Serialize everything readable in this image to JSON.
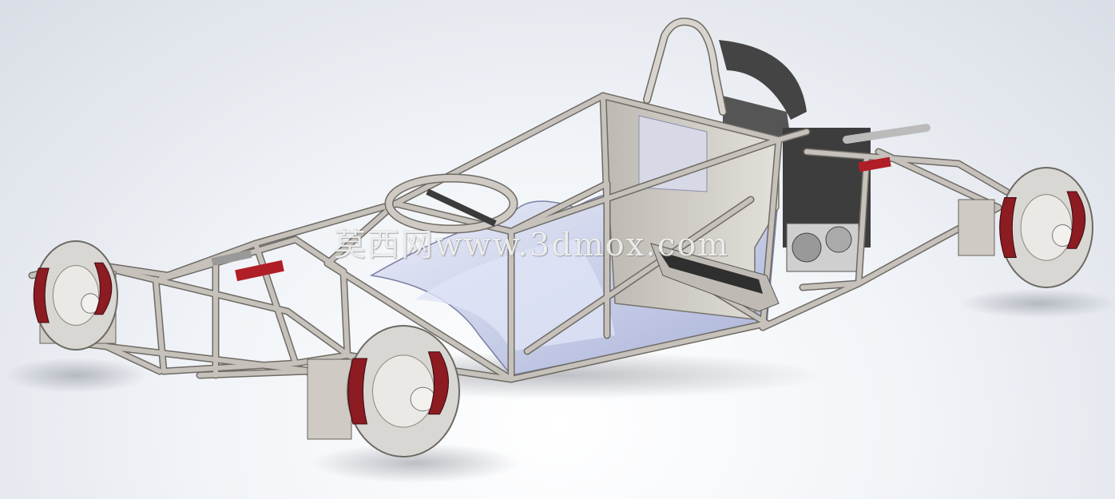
{
  "watermark": {
    "text": "莫西网www.3dmox.com"
  },
  "colors": {
    "tube": "#c6c2bb",
    "tube_edge": "#6e6a64",
    "floor": "#c9cfe6",
    "floor_light": "#e6e9f7",
    "panel": "#cfcbc4",
    "brake": "#8c1b22",
    "rotor": "#d9d7d3",
    "headrest": "#444444"
  },
  "icons": [
    "wheel-hub",
    "brake-caliper",
    "coil-spring",
    "steering-wheel",
    "roll-hoop",
    "engine"
  ]
}
